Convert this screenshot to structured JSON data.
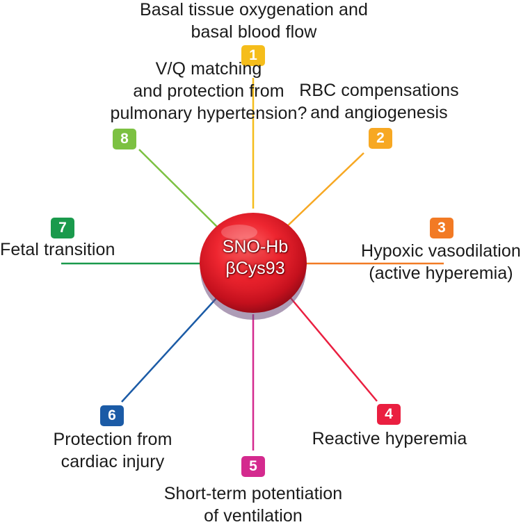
{
  "center": {
    "line1": "SNO-Hb",
    "line2": "βCys93"
  },
  "items": [
    {
      "number": "1",
      "color": "#f5bd1b",
      "lines": [
        "Basal tissue oxygenation and",
        "basal blood flow"
      ]
    },
    {
      "number": "2",
      "color": "#f7a823",
      "lines": [
        "RBC compensations",
        "and angiogenesis"
      ]
    },
    {
      "number": "3",
      "color": "#f27a24",
      "lines": [
        "Hypoxic vasodilation",
        "(active hyperemia)"
      ]
    },
    {
      "number": "4",
      "color": "#ea1f40",
      "lines": [
        "Reactive hyperemia"
      ]
    },
    {
      "number": "5",
      "color": "#d42a8e",
      "lines": [
        "Short-term potentiation",
        "of ventilation"
      ]
    },
    {
      "number": "6",
      "color": "#1b5ba6",
      "lines": [
        "Protection from",
        "cardiac injury"
      ]
    },
    {
      "number": "7",
      "color": "#1a9a4c",
      "lines": [
        "Fetal transition"
      ]
    },
    {
      "number": "8",
      "color": "#7cc142",
      "lines": [
        "V/Q matching",
        "and protection from",
        "pulmonary hypertension?"
      ]
    }
  ]
}
